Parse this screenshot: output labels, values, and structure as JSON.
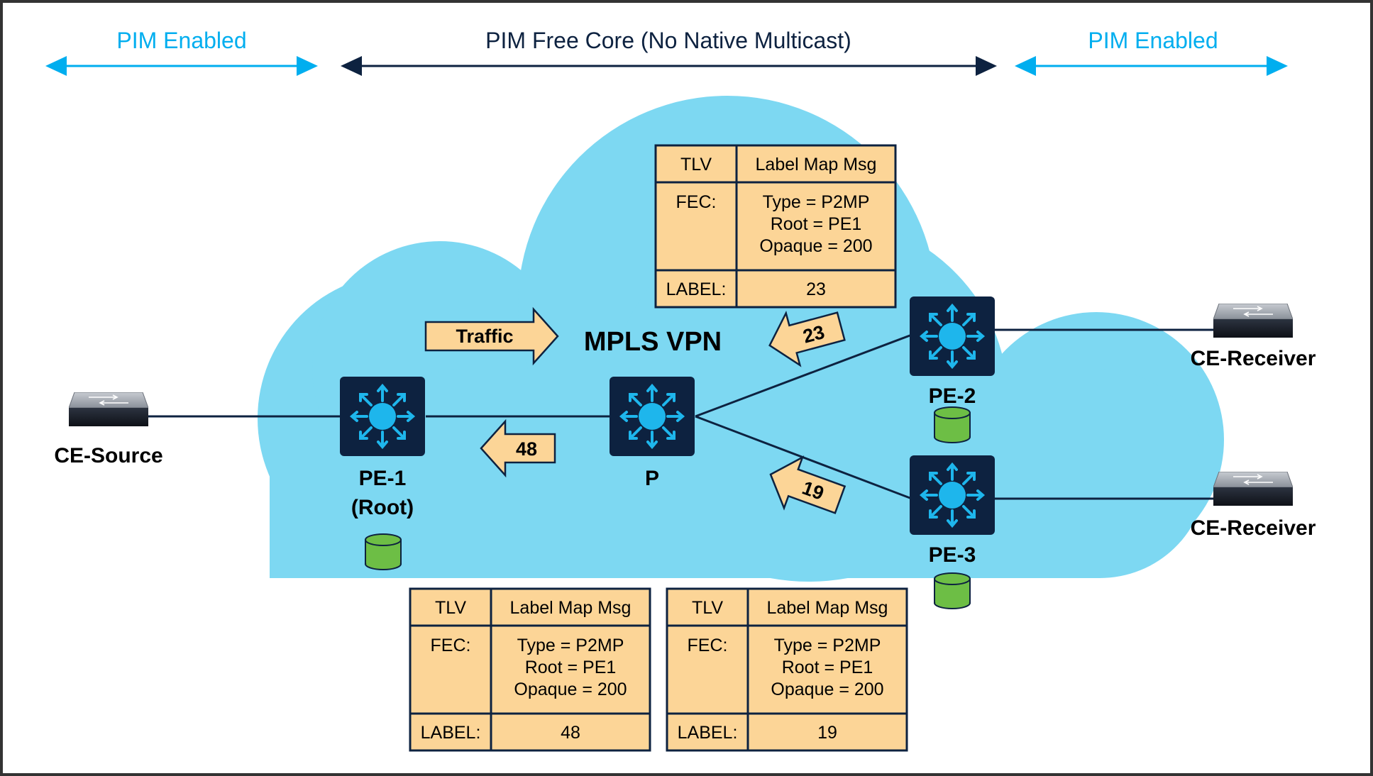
{
  "colors": {
    "pim_enabled": "#00AEEF",
    "pim_free_core": "#0D2240",
    "cloud": "#7DD8F2",
    "router_body": "#0D2240",
    "router_icon": "#1EB6EC",
    "table_fill": "#FCD597",
    "table_border": "#0D2240",
    "arrow_fill": "#FCD597",
    "database": "#6DBE45",
    "link": "#0D2240"
  },
  "regions": [
    {
      "label": "PIM Enabled",
      "style": "pim_enabled"
    },
    {
      "label": "PIM Free Core (No Native Multicast)",
      "style": "pim_free_core"
    },
    {
      "label": "PIM Enabled",
      "style": "pim_enabled"
    }
  ],
  "cloud_title": "MPLS VPN",
  "nodes": {
    "ce_source": {
      "label": "CE-Source",
      "icon": "switch-icon"
    },
    "pe1": {
      "label_line1": "PE-1",
      "label_line2": "(Root)",
      "icon": "router-icon"
    },
    "p": {
      "label": "P",
      "icon": "router-icon"
    },
    "pe2": {
      "label": "PE-2",
      "icon": "router-icon"
    },
    "pe3": {
      "label": "PE-3",
      "icon": "router-icon"
    },
    "ce_receiver_1": {
      "label": "CE-Receiver",
      "icon": "switch-icon"
    },
    "ce_receiver_2": {
      "label": "CE-Receiver",
      "icon": "switch-icon"
    }
  },
  "arrows": {
    "traffic": "Traffic",
    "label_23": "23",
    "label_48": "48",
    "label_19": "19"
  },
  "tables": [
    {
      "header": [
        "TLV",
        "Label Map Msg"
      ],
      "fec_key": "FEC:",
      "fec_lines": [
        "Type = P2MP",
        "Root = PE1",
        "Opaque = 200"
      ],
      "label_key": "LABEL:",
      "label_value": "23"
    },
    {
      "header": [
        "TLV",
        "Label Map Msg"
      ],
      "fec_key": "FEC:",
      "fec_lines": [
        "Type = P2MP",
        "Root = PE1",
        "Opaque = 200"
      ],
      "label_key": "LABEL:",
      "label_value": "48"
    },
    {
      "header": [
        "TLV",
        "Label Map Msg"
      ],
      "fec_key": "FEC:",
      "fec_lines": [
        "Type = P2MP",
        "Root = PE1",
        "Opaque = 200"
      ],
      "label_key": "LABEL:",
      "label_value": "19"
    }
  ]
}
